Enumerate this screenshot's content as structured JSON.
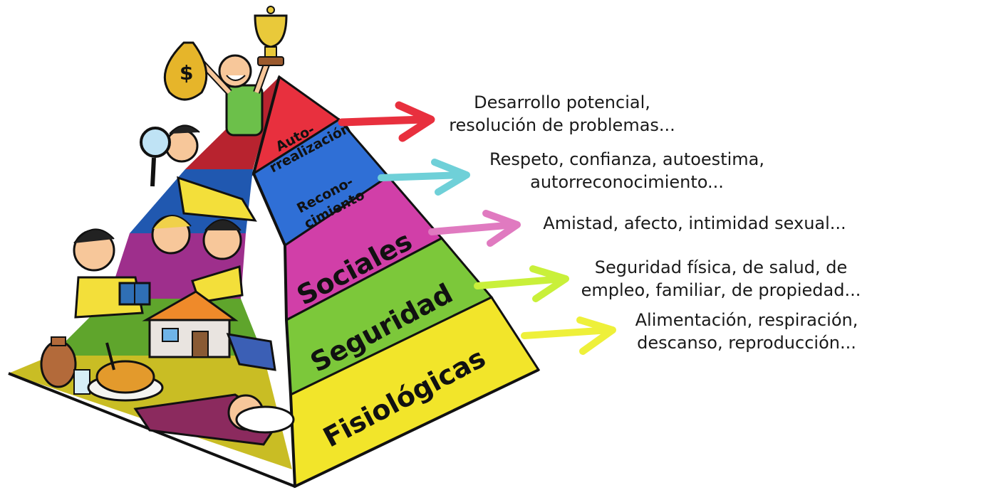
{
  "diagram": {
    "levels": [
      {
        "id": "autorrealizacion",
        "label_lines": [
          "Auto-",
          "rrealización"
        ],
        "color": "#e8303e",
        "description_lines": [
          "Desarrollo potencial,",
          "resolución de problemas..."
        ]
      },
      {
        "id": "reconocimiento",
        "label_lines": [
          "Recono-",
          "cimiento"
        ],
        "color": "#2f6fd6",
        "description_lines": [
          "Respeto, confianza, autoestima,",
          "autorreconocimiento..."
        ]
      },
      {
        "id": "sociales",
        "label_lines": [
          "Sociales"
        ],
        "color": "#d13fa8",
        "description_lines": [
          "Amistad, afecto, intimidad sexual..."
        ]
      },
      {
        "id": "seguridad",
        "label_lines": [
          "Seguridad"
        ],
        "color": "#7cc83a",
        "description_lines": [
          "Seguridad física, de salud, de",
          "empleo, familiar, de propiedad..."
        ]
      },
      {
        "id": "fisiologicas",
        "label_lines": [
          "Fisiológicas"
        ],
        "color": "#f2e52a",
        "description_lines": [
          "Alimentación, respiración,",
          "descanso, reproducción..."
        ]
      }
    ],
    "arrow_colors": [
      "#e8303e",
      "#6fd0d8",
      "#e07ac0",
      "#c9f03a",
      "#eef03a"
    ],
    "illustration_icons": [
      "money-bag-icon",
      "trophy-icon",
      "magnifier-icon",
      "book-icon",
      "house-icon",
      "jug-icon",
      "roast-chicken-icon",
      "pillow-icon"
    ]
  }
}
